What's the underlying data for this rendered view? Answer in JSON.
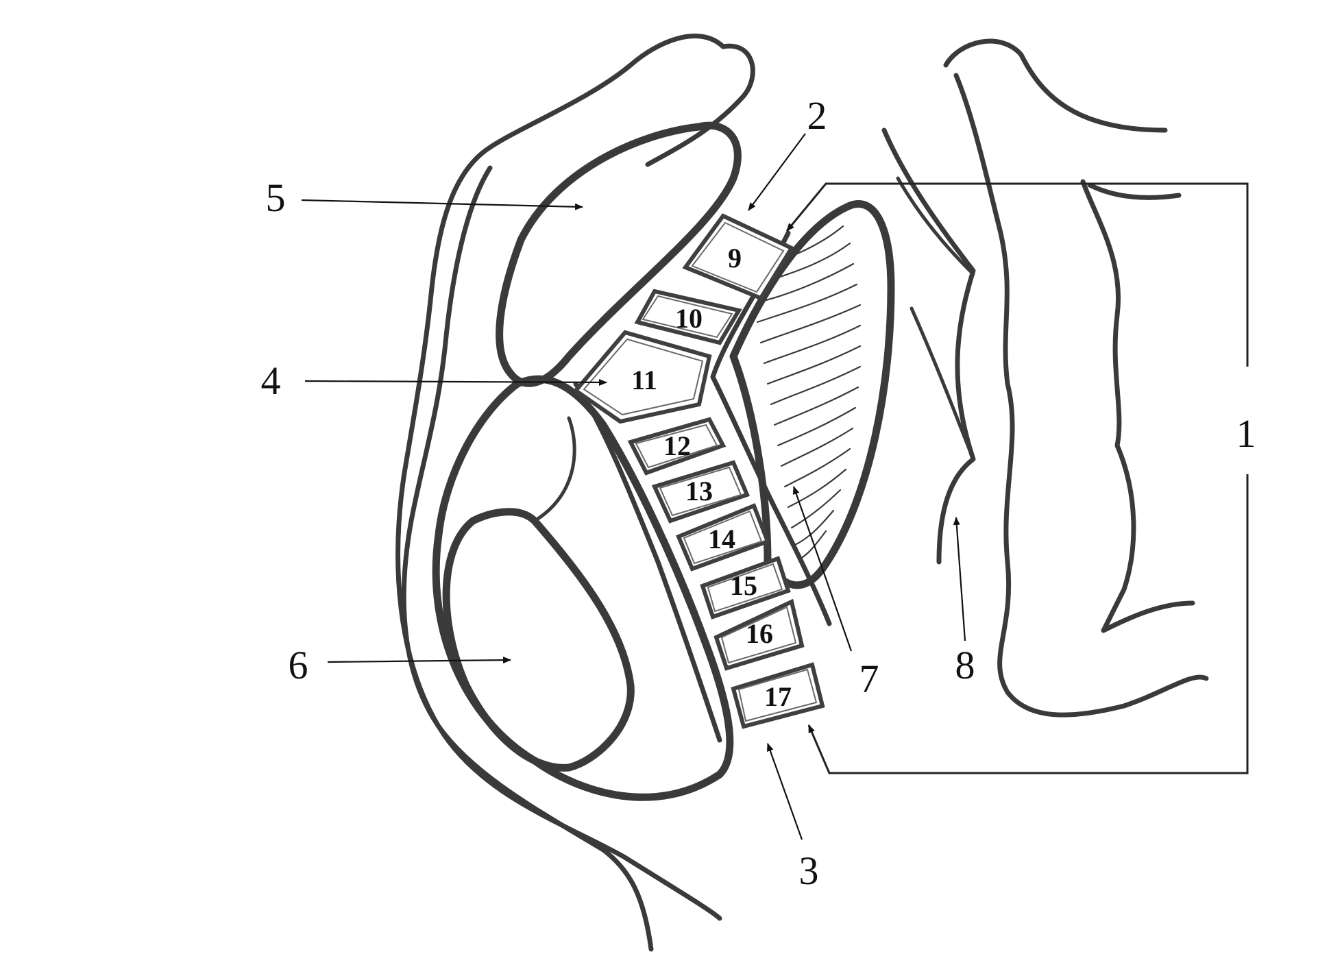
{
  "callouts": [
    "1",
    "2",
    "3",
    "4",
    "5",
    "6",
    "7",
    "8"
  ],
  "boxes": [
    "9",
    "10",
    "11",
    "12",
    "13",
    "14",
    "15",
    "16",
    "17"
  ],
  "colors": {
    "ink": "#3a3a3a",
    "arrow": "#111111",
    "background": "#ffffff"
  }
}
